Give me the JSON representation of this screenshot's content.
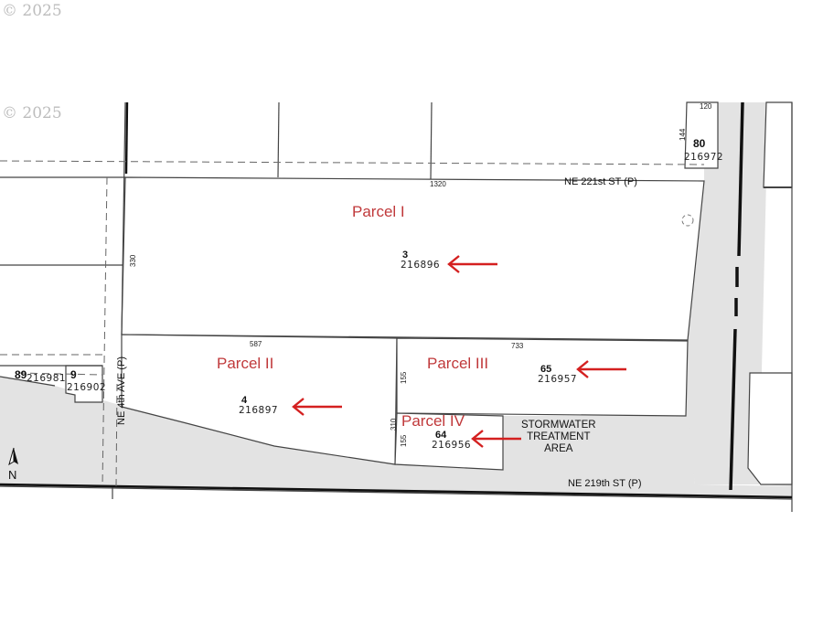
{
  "watermarks": [
    "© 2025",
    "© 2025"
  ],
  "parcels": [
    {
      "label": "Parcel I",
      "lot": "3",
      "tax_id": "216896"
    },
    {
      "label": "Parcel II",
      "lot": "4",
      "tax_id": "216897"
    },
    {
      "label": "Parcel III",
      "lot": "65",
      "tax_id": "216957"
    },
    {
      "label": "Parcel IV",
      "lot": "64",
      "tax_id": "216956"
    }
  ],
  "other_lots": [
    {
      "lot": "80",
      "tax_id": "216972"
    },
    {
      "lot": "89",
      "tax_id": "216981"
    },
    {
      "lot": "9",
      "tax_id": "216902"
    }
  ],
  "dimensions": {
    "d1320": "1320",
    "d330": "330",
    "d587": "587",
    "d733": "733",
    "d155a": "155",
    "d155b": "155",
    "d310": "310",
    "d120": "120",
    "d144": "144"
  },
  "streets": {
    "ne_221st": "NE 221st ST (P)",
    "ne_219th": "NE 219th ST (P)",
    "ne_4th": "NE 4th AVE (P)"
  },
  "stormwater": [
    "STORMWATER",
    "TREATMENT",
    "AREA"
  ],
  "north_arrow": "N",
  "colors": {
    "parcel_label": "#c0393b",
    "arrow": "#d42020",
    "road_fill": "#e2e2e2",
    "line": "#444444"
  }
}
